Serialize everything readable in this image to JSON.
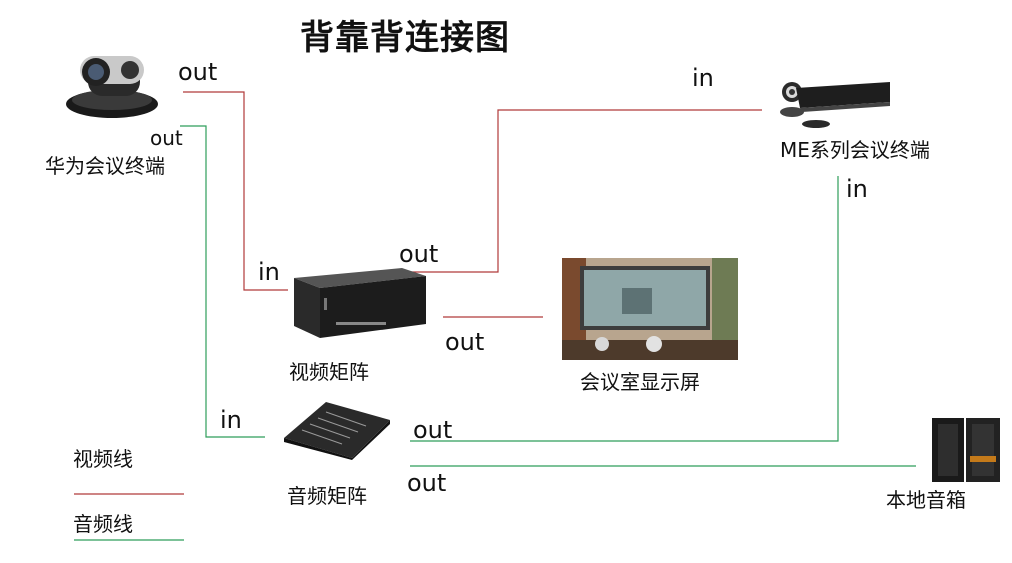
{
  "title": "背靠背连接图",
  "devices": {
    "huawei_terminal": "华为会议终端",
    "me_terminal": "ME系列会议终端",
    "video_matrix": "视频矩阵",
    "room_display": "会议室显示屏",
    "audio_matrix": "音频矩阵",
    "local_speaker": "本地音箱"
  },
  "ports": {
    "huawei_out_video": "out",
    "huawei_out_audio": "out",
    "me_in_video": "in",
    "me_in_audio": "in",
    "vm_in": "in",
    "vm_out_to_me": "out",
    "vm_out_to_display": "out",
    "am_in": "in",
    "am_out_to_me": "out",
    "am_out_to_speaker": "out"
  },
  "legend": {
    "video_line": "视频线",
    "audio_line": "音频线",
    "video_color": "#b03a3a",
    "audio_color": "#2e9e5b"
  }
}
